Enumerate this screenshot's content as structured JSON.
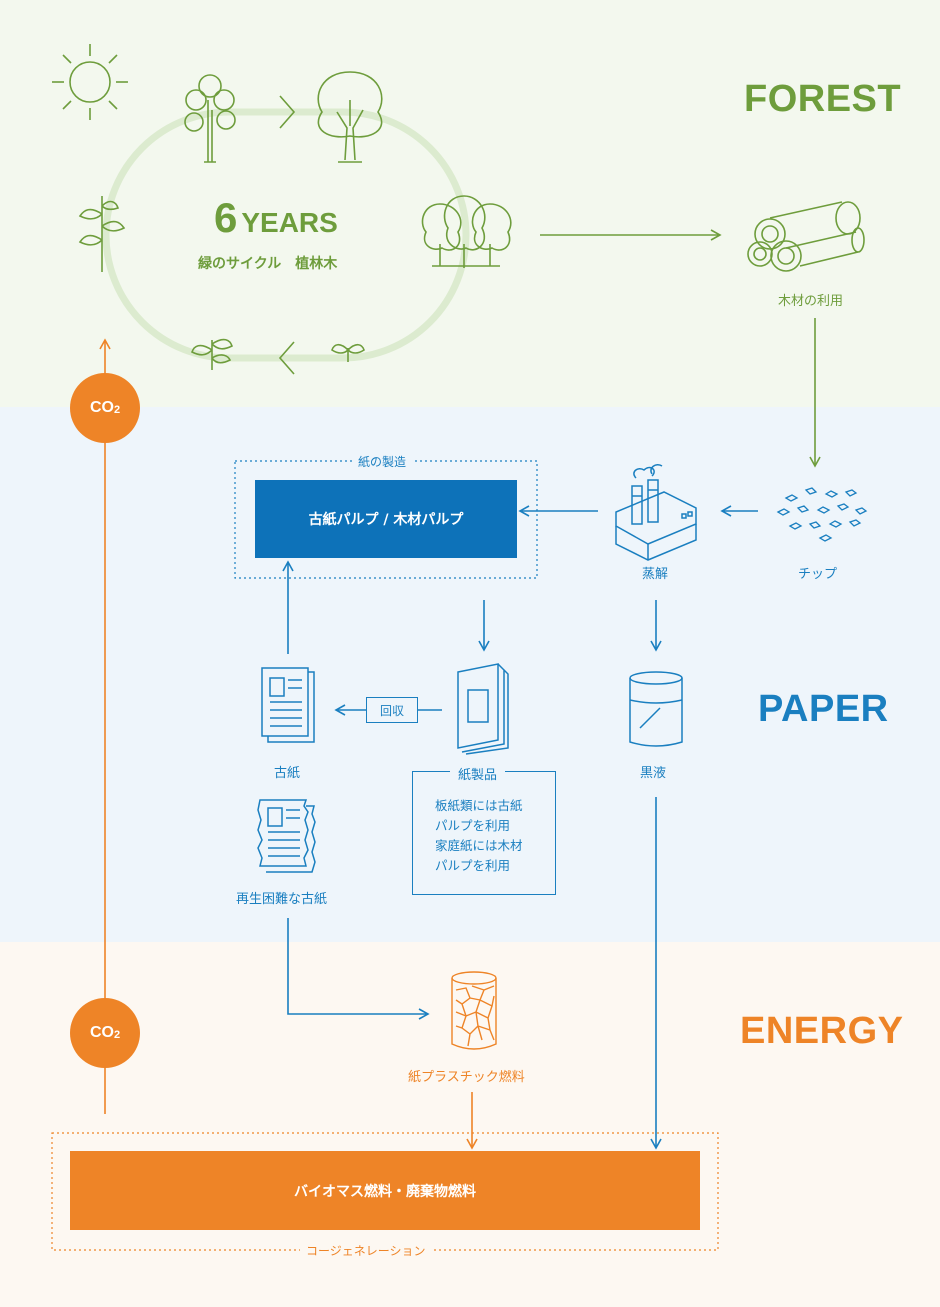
{
  "sections": {
    "forest": "FOREST",
    "paper": "PAPER",
    "energy": "ENERGY"
  },
  "cycle": {
    "years_num": "6",
    "years_word": "YEARS",
    "subtitle": "緑のサイクル　植林木"
  },
  "nodes": {
    "timber_use": "木材の利用",
    "chips": "チップ",
    "cooking": "蒸解",
    "black_liquor": "黒液",
    "pulp": "古紙パルプ / 木材パルプ",
    "papermaking": "紙の製造",
    "used_paper": "古紙",
    "collection": "回収",
    "paper_products": "紙製品",
    "hard_to_recycle": "再生困難な古紙",
    "rpf": "紙プラスチック燃料",
    "biomass": "バイオマス燃料・廃棄物燃料",
    "cogeneration": "コージェネレーション"
  },
  "note_lines": [
    "板紙類には古紙",
    "パルプを利用",
    "家庭紙には木材",
    "パルプを利用"
  ],
  "co2": {
    "main": "CO",
    "sub": "2"
  },
  "colors": {
    "forest": "#6e9d3c",
    "paper": "#1a7fc0",
    "energy": "#ee8427",
    "pulp_box": "#0d72b9"
  }
}
